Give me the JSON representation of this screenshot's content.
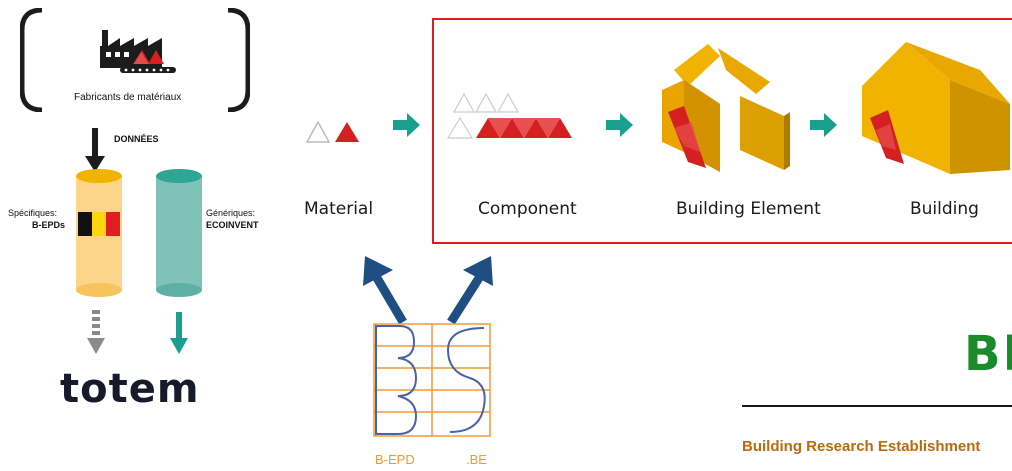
{
  "left_panel": {
    "manufacturers_label": "Fabricants de matériaux",
    "data_label": "DONNÉES",
    "specific_label": "Spécifiques:",
    "specific_value": "B-EPDs",
    "generic_label": "Génériques:",
    "generic_value": "ECOINVENT",
    "logo_text": "totem"
  },
  "stages": {
    "material": "Material",
    "component": "Component",
    "building_element": "Building Element",
    "building": "Building"
  },
  "bepd_logo": {
    "left_caption": "B-EPD",
    "right_caption": ".BE"
  },
  "bre": {
    "letters": "BR",
    "tagline": "Building Research Establishment"
  },
  "colors": {
    "red": "#d42020",
    "teal": "#1a9e8f",
    "navy": "#1f4e82",
    "gold": "#f0b400",
    "orange_grid": "#ee9a3a",
    "bre_green": "#1a8a2a",
    "bre_orange": "#b86a10"
  }
}
